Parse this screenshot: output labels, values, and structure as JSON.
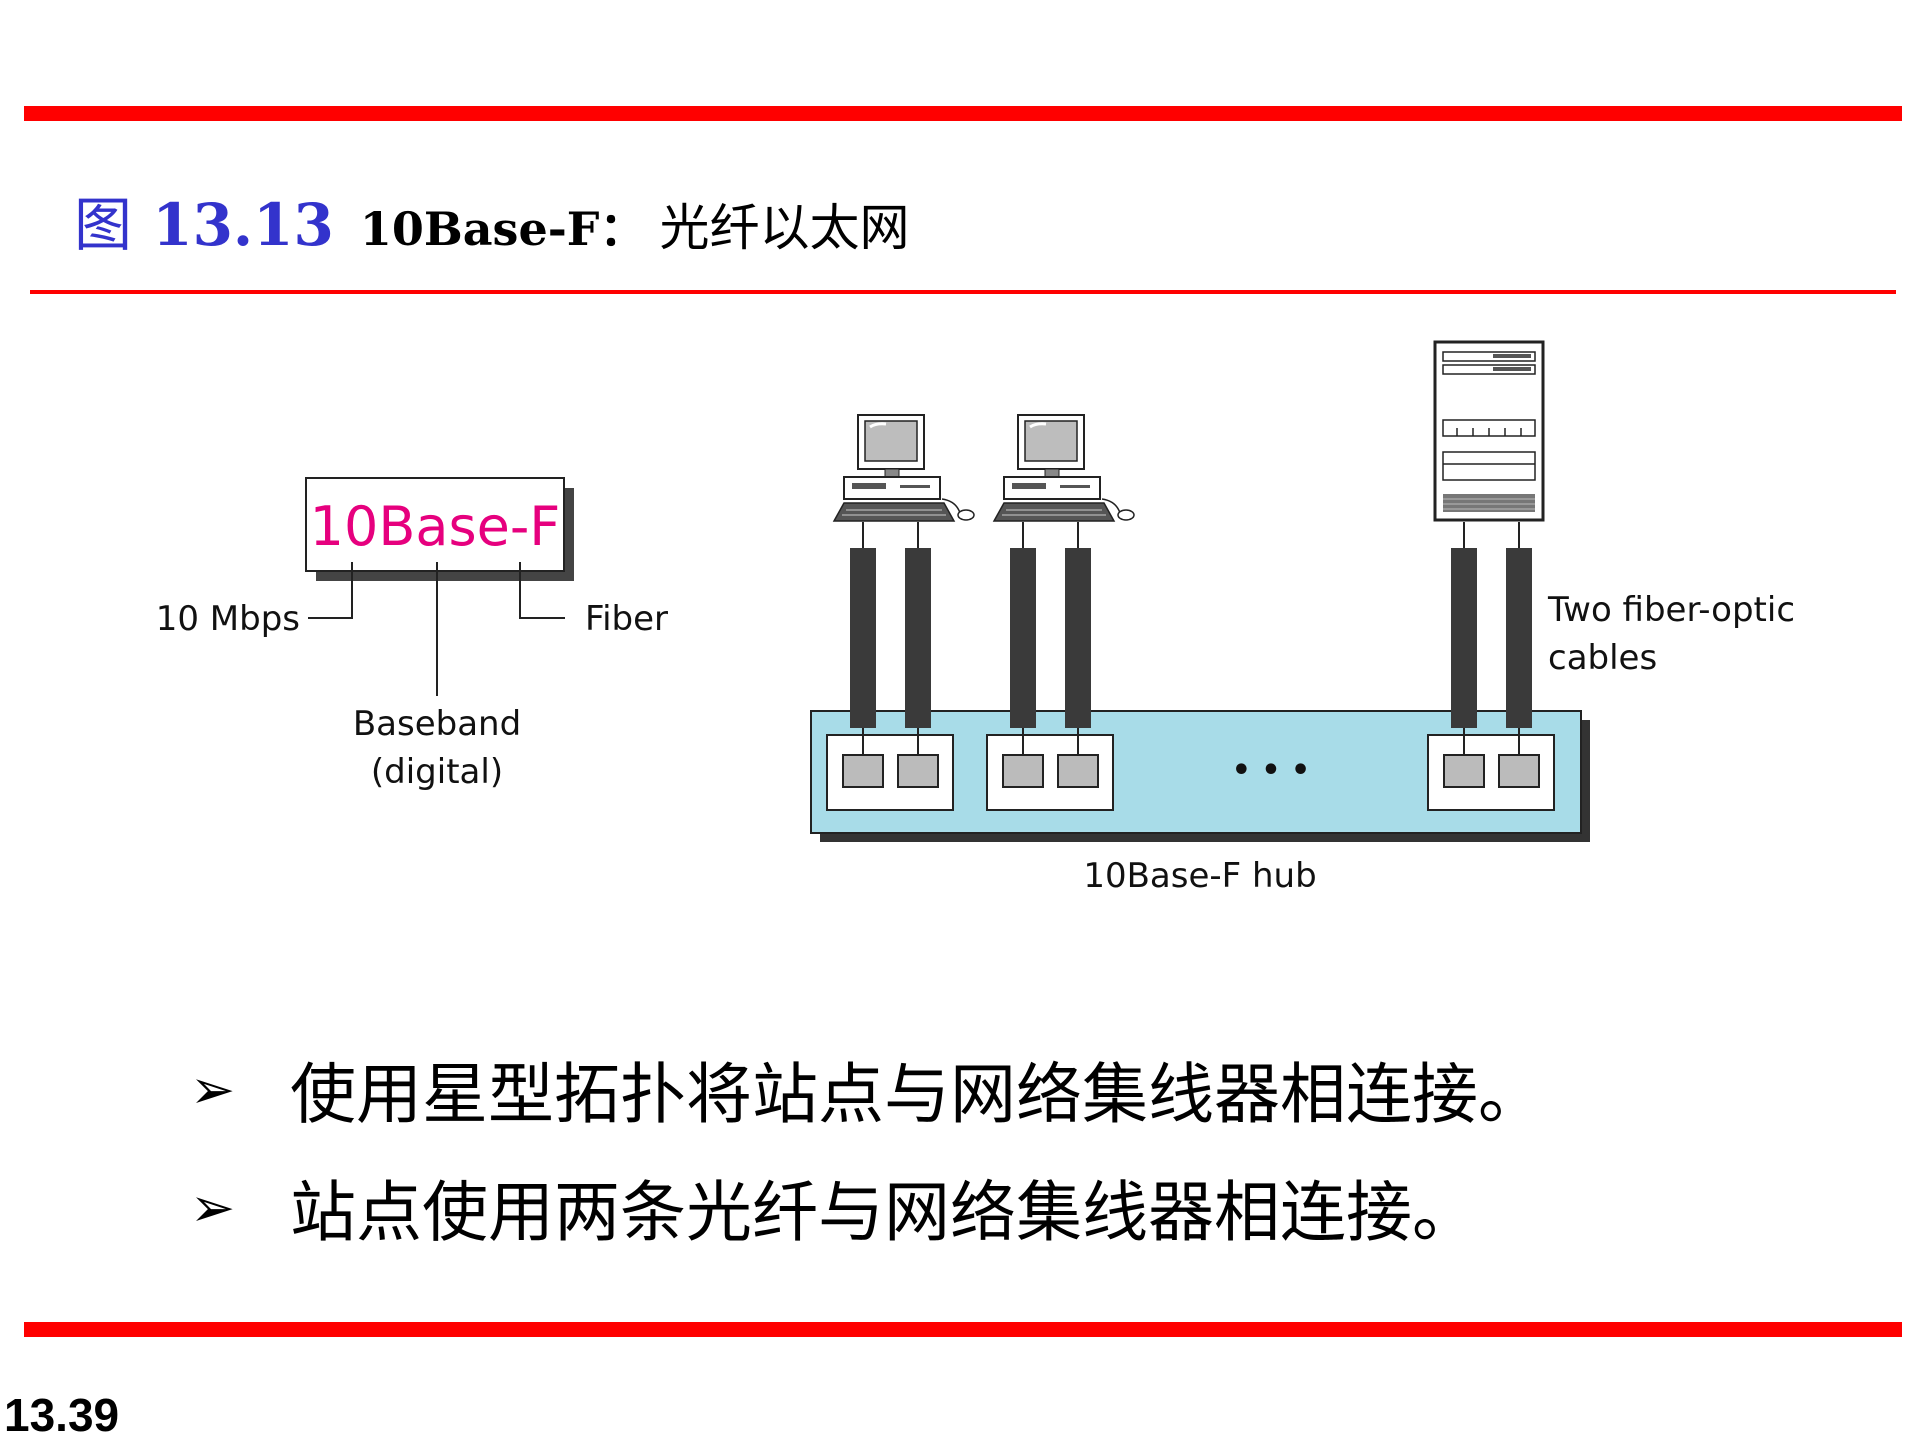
{
  "slide": {
    "figure_char": "图",
    "figure_number": "13.13",
    "figure_subtitle": "10Base-F：",
    "figure_title_cn": "光纤以太网",
    "page_number": "13.39"
  },
  "diagram": {
    "name_box": "10Base-F",
    "label_rate": "10 Mbps",
    "label_medium": "Fiber",
    "label_signal_line1": "Baseband",
    "label_signal_line2": "(digital)",
    "label_cables_line1": "Two fiber-optic",
    "label_cables_line2": "cables",
    "hub_label": "10Base-F  hub",
    "hub_ellipsis": "• • •",
    "colors": {
      "name_box_text": "#e6007e",
      "hub_fill": "#a8dce8",
      "cable": "#3a3a3a",
      "rule": "#ff0000",
      "figure_label": "#3333cc"
    }
  },
  "bullets": [
    {
      "marker": "➢",
      "text": "使用星型拓扑将站点与网络集线器相连接。"
    },
    {
      "marker": "➢",
      "text": "站点使用两条光纤与网络集线器相连接。"
    }
  ]
}
